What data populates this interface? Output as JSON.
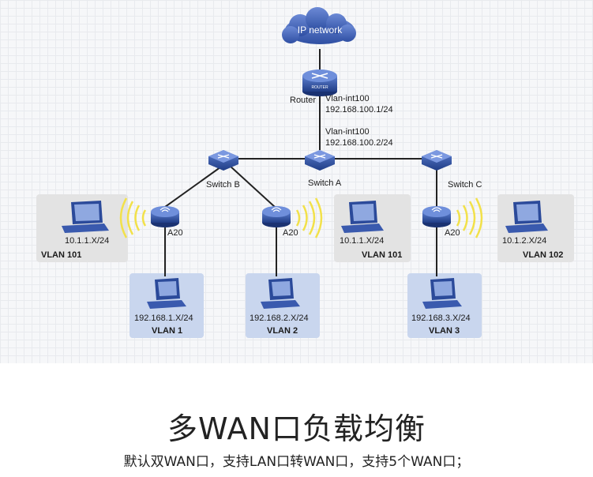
{
  "diagram": {
    "cloud_label": "IP network",
    "router_label": "Router",
    "router_icon_text": "ROUTER",
    "router_vlan": "Vlan-int100",
    "router_ip": "192.168.100.1/24",
    "switch_a_vlan": "Vlan-int100",
    "switch_a_ip": "192.168.100.2/24",
    "switch_a_label": "Switch A",
    "switch_b_label": "Switch B",
    "switch_c_label": "Switch C",
    "ap_label": "A20",
    "laptops": [
      {
        "ip": "10.1.1.X/24",
        "vlan": "VLAN 101"
      },
      {
        "ip": "10.1.1.X/24",
        "vlan": "VLAN 101"
      },
      {
        "ip": "10.1.2.X/24",
        "vlan": "VLAN 102"
      }
    ],
    "pcs": [
      {
        "ip": "192.168.1.X/24",
        "vlan": "VLAN 1"
      },
      {
        "ip": "192.168.2.X/24",
        "vlan": "VLAN 2"
      },
      {
        "ip": "192.168.3.X/24",
        "vlan": "VLAN 3"
      }
    ]
  },
  "heading": {
    "title": "多WAN口负载均衡",
    "subtitle": "默认双WAN口，支持LAN口转WAN口，支持5个WAN口；"
  },
  "colors": {
    "cloud": "#3d5fb5",
    "device": "#2b4a9a",
    "pc_box": "#c9d6ee",
    "laptop_box": "#e3e3e3",
    "wifi": "#f2e14a"
  }
}
